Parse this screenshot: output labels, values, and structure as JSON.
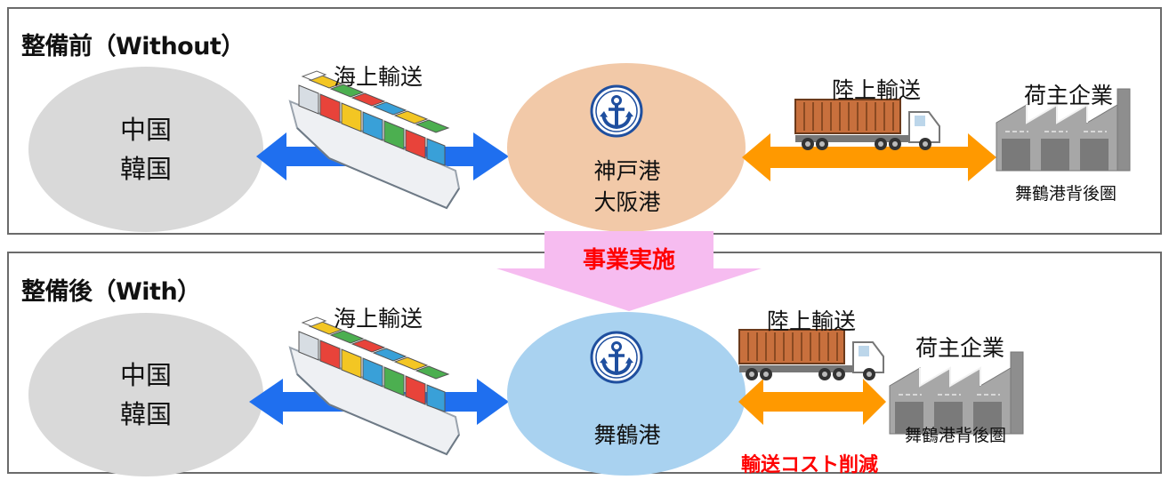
{
  "colors": {
    "sea_arrow": "#1f6fef",
    "land_arrow": "#ff9900",
    "origin_circle": "#d9d9d9",
    "port_before": "#f2c9a8",
    "port_after": "#a9d2f0",
    "anchor": "#1f4f9f",
    "project_arrow": "#f6bcf0",
    "highlight_text": "#ff0000"
  },
  "before": {
    "title": "整備前（Without）",
    "origin": {
      "line1": "中国",
      "line2": "韓国"
    },
    "sea_label": "海上輸送",
    "port": {
      "line1": "神戸港",
      "line2": "大阪港",
      "icon": "anchor-icon"
    },
    "land_label": "陸上輸送",
    "shipper_label": "荷主企業",
    "hinterland": "舞鶴港背後圏"
  },
  "transition": {
    "label": "事業実施"
  },
  "after": {
    "title": "整備後（With）",
    "origin": {
      "line1": "中国",
      "line2": "韓国"
    },
    "sea_label": "海上輸送",
    "port": {
      "line1": "舞鶴港",
      "icon": "anchor-icon"
    },
    "land_label": "陸上輸送",
    "shipper_label": "荷主企業",
    "hinterland": "舞鶴港背後圏",
    "effect": "輸送コスト削減"
  }
}
